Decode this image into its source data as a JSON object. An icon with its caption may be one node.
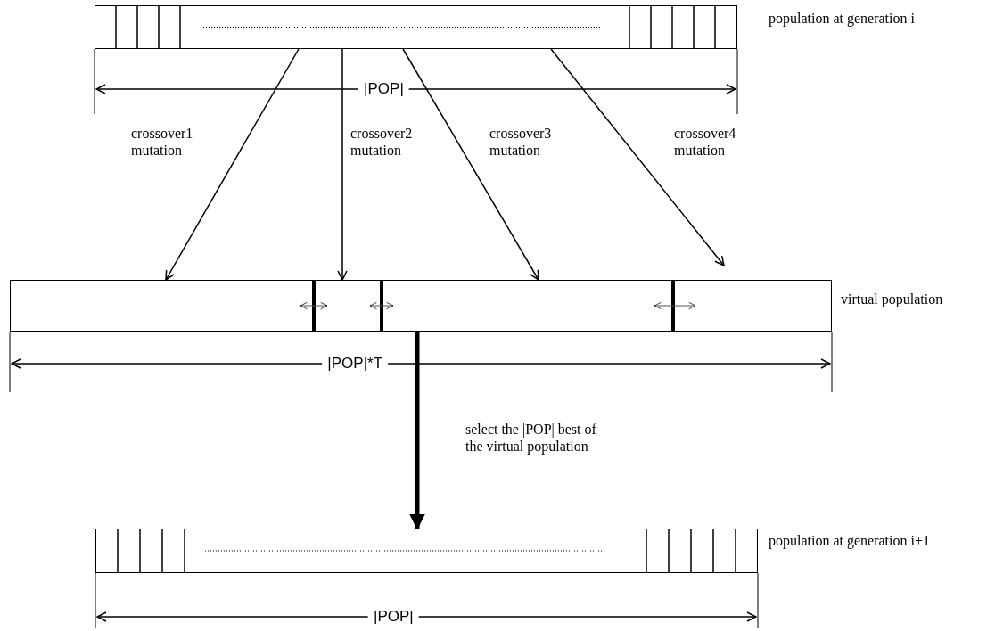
{
  "diagram": {
    "nodes": [
      {
        "text": [],
        "shape": "bar",
        "beside": [
          "population at generation i"
        ]
      },
      {
        "text": [],
        "shape": "bar",
        "beside": [
          "virtual population"
        ]
      },
      {
        "text": [],
        "shape": "bar",
        "beside": [
          "population at generation i+1"
        ]
      }
    ],
    "edges": [
      {
        "from": 0,
        "to": 1,
        "arrow": "to",
        "label": "crossover1 mutation"
      },
      {
        "from": 0,
        "to": 1,
        "arrow": "to",
        "label": "crossover2 mutation"
      },
      {
        "from": 0,
        "to": 1,
        "arrow": "to",
        "label": "crossover3 mutation"
      },
      {
        "from": 0,
        "to": 1,
        "arrow": "to",
        "label": "crossover4 mutation"
      },
      {
        "from": 1,
        "to": 2,
        "arrow": "to",
        "label": "select the |POP| best of the virtual population",
        "style": "thick"
      }
    ],
    "labels": [
      "|POP|",
      "|POP|*T",
      "|POP|"
    ]
  }
}
